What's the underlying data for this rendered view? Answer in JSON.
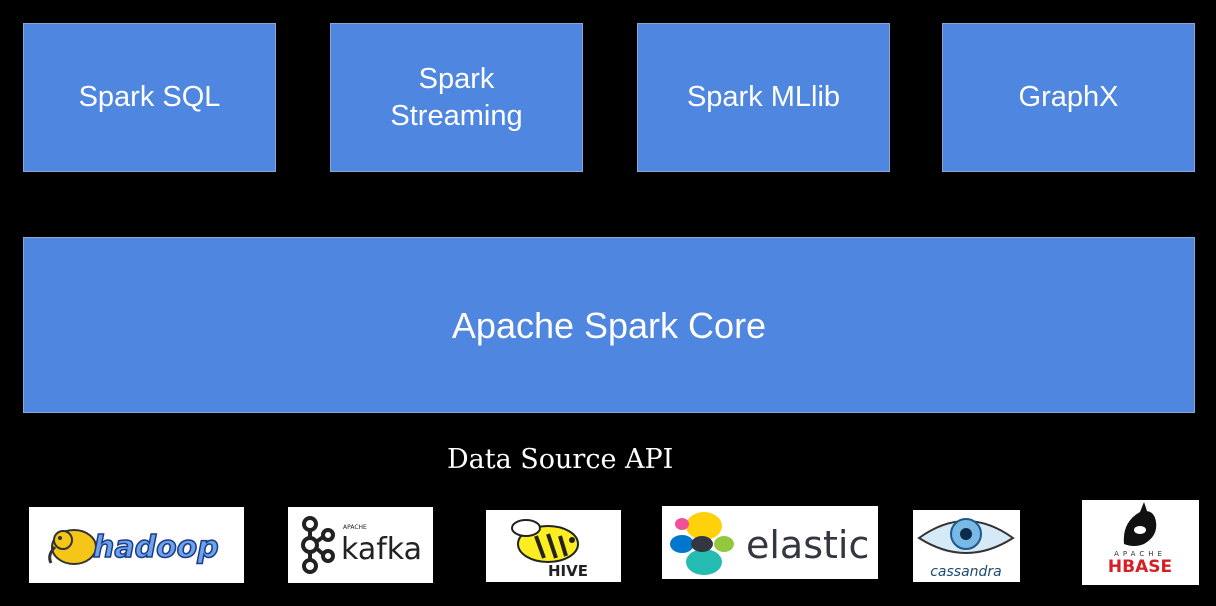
{
  "modules": [
    {
      "label": "Spark SQL"
    },
    {
      "label": "Spark\nStreaming"
    },
    {
      "label": "Spark MLlib"
    },
    {
      "label": "GraphX"
    }
  ],
  "core": {
    "label": "Apache Spark Core"
  },
  "data_source": {
    "label": "Data Source API",
    "logos": [
      {
        "name": "hadoop",
        "text": "hadoop"
      },
      {
        "name": "kafka",
        "text": "kafka",
        "subtext": "APACHE"
      },
      {
        "name": "hive",
        "text": "HIVE"
      },
      {
        "name": "elastic",
        "text": "elastic"
      },
      {
        "name": "cassandra",
        "text": "cassandra"
      },
      {
        "name": "hbase",
        "text": "HBASE",
        "subtext": "APACHE"
      }
    ]
  },
  "colors": {
    "box_fill": "#4f86e0",
    "background": "#000000"
  }
}
